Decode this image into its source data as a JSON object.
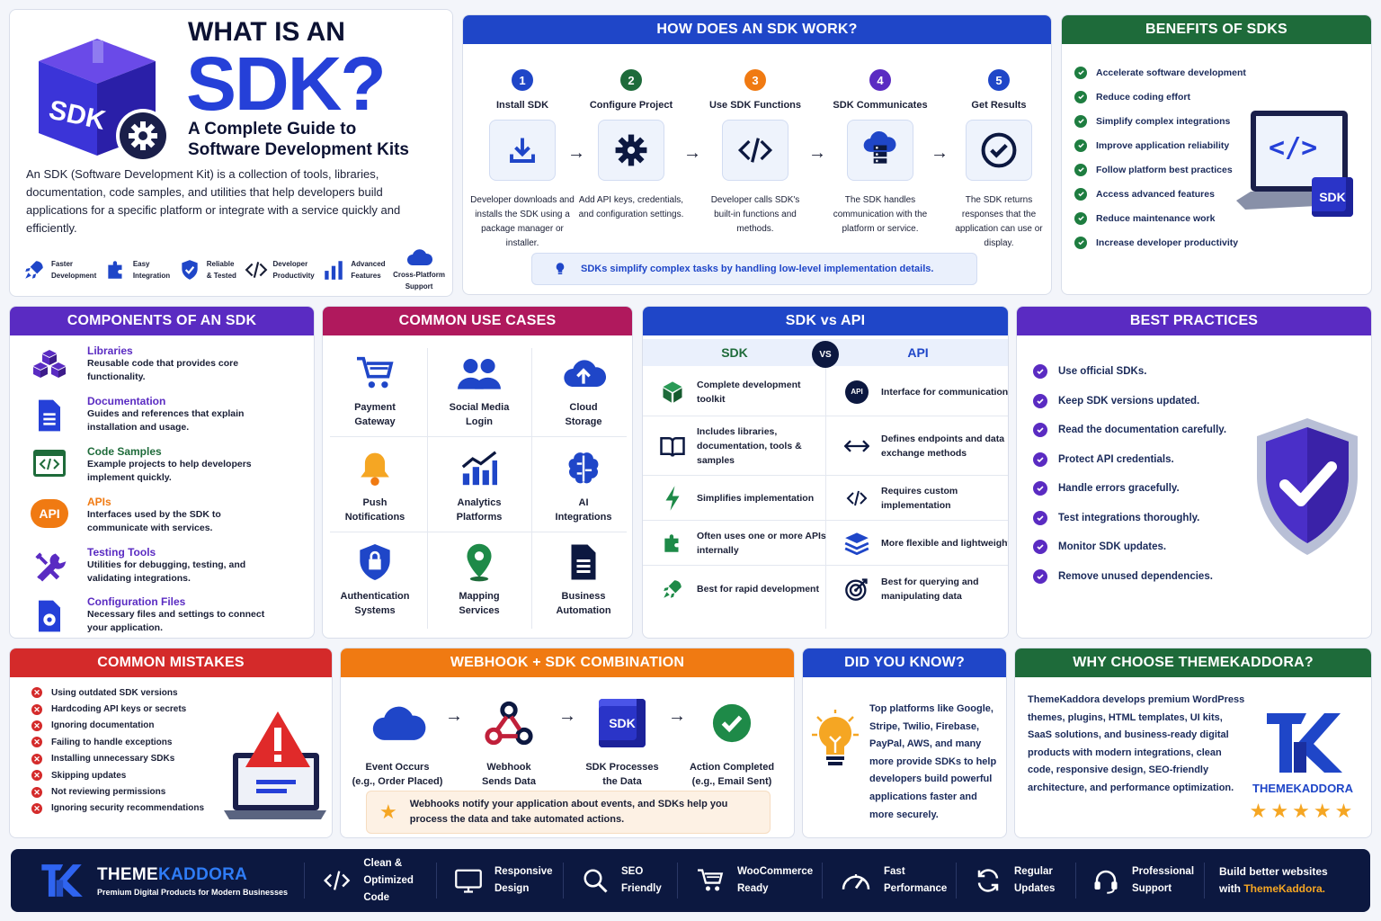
{
  "hero": {
    "title_line1": "WHAT IS AN",
    "title_big": "SDK?",
    "subtitle_line1": "A Complete Guide to",
    "subtitle_line2": "Software Development Kits",
    "cube_label": "SDK",
    "description": "An SDK (Software Development Kit) is a collection of tools, libraries, documentation, code samples, and utilities that help developers build applications for a specific platform or integrate with a service quickly and efficiently.",
    "features": [
      {
        "l1": "Faster",
        "l2": "Development",
        "icon": "rocket-icon"
      },
      {
        "l1": "Easy",
        "l2": "Integration",
        "icon": "puzzle-icon"
      },
      {
        "l1": "Reliable",
        "l2": "& Tested",
        "icon": "shield-check-icon"
      },
      {
        "l1": "Developer",
        "l2": "Productivity",
        "icon": "code-icon"
      },
      {
        "l1": "Advanced",
        "l2": "Features",
        "icon": "bar-chart-icon"
      },
      {
        "l1": "Cross-Platform",
        "l2": "Support",
        "icon": "cloud-icon"
      }
    ]
  },
  "how": {
    "title": "HOW DOES AN SDK WORK?",
    "steps": [
      {
        "num": "1",
        "title": "Install SDK",
        "desc": "Developer downloads and installs the SDK using a package manager or installer.",
        "color": "#1f46c8",
        "icon": "download-icon"
      },
      {
        "num": "2",
        "title": "Configure Project",
        "desc": "Add API keys, credentials, and configuration settings.",
        "color": "#1e6b3a",
        "icon": "gear-icon"
      },
      {
        "num": "3",
        "title": "Use SDK Functions",
        "desc": "Developer calls SDK's built-in functions and methods.",
        "color": "#f07a12",
        "icon": "code-icon"
      },
      {
        "num": "4",
        "title": "SDK Communicates",
        "desc": "The SDK handles communication with the platform or service.",
        "color": "#5a2bc2",
        "icon": "cloud-server-icon"
      },
      {
        "num": "5",
        "title": "Get Results",
        "desc": "The SDK returns responses that the application can use or display.",
        "color": "#1f46c8",
        "icon": "check-circle-icon"
      }
    ],
    "tip": "SDKs simplify complex tasks by handling low-level implementation details."
  },
  "benefits": {
    "title": "BENEFITS OF SDKS",
    "items": [
      "Accelerate software development",
      "Reduce coding effort",
      "Simplify complex integrations",
      "Improve application reliability",
      "Follow platform best practices",
      "Access advanced features",
      "Reduce maintenance work",
      "Increase developer productivity"
    ],
    "laptop_code": "</>",
    "cube_label": "SDK"
  },
  "components": {
    "title": "COMPONENTS OF AN SDK",
    "items": [
      {
        "title": "Libraries",
        "desc": "Reusable code that provides core functionality.",
        "color": "#5a2bc2",
        "icon": "cubes-icon"
      },
      {
        "title": "Documentation",
        "desc": "Guides and references that explain installation and usage.",
        "color": "#5a2bc2",
        "icon": "document-icon"
      },
      {
        "title": "Code Samples",
        "desc": "Example projects to help developers implement quickly.",
        "color": "#1e6b3a",
        "icon": "code-window-icon"
      },
      {
        "title": "APIs",
        "desc": "Interfaces used by the SDK to communicate with services.",
        "color": "#f07a12",
        "icon": "api-icon"
      },
      {
        "title": "Testing Tools",
        "desc": "Utilities for debugging, testing, and validating integrations.",
        "color": "#5a2bc2",
        "icon": "tools-icon"
      },
      {
        "title": "Configuration Files",
        "desc": "Necessary files and settings to connect your application.",
        "color": "#5a2bc2",
        "icon": "config-file-icon"
      }
    ],
    "api_badge": "API"
  },
  "usecases": {
    "title": "COMMON USE CASES",
    "items": [
      {
        "l1": "Payment",
        "l2": "Gateway",
        "icon": "cart-icon"
      },
      {
        "l1": "Social Media",
        "l2": "Login",
        "icon": "users-icon"
      },
      {
        "l1": "Cloud",
        "l2": "Storage",
        "icon": "cloud-upload-icon"
      },
      {
        "l1": "Push",
        "l2": "Notifications",
        "icon": "bell-icon"
      },
      {
        "l1": "Analytics",
        "l2": "Platforms",
        "icon": "analytics-icon"
      },
      {
        "l1": "AI",
        "l2": "Integrations",
        "icon": "brain-icon"
      },
      {
        "l1": "Authentication",
        "l2": "Systems",
        "icon": "lock-shield-icon"
      },
      {
        "l1": "Mapping",
        "l2": "Services",
        "icon": "map-pin-icon"
      },
      {
        "l1": "Business",
        "l2": "Automation",
        "icon": "file-list-icon"
      }
    ]
  },
  "vs": {
    "title": "SDK vs API",
    "sdk_label": "SDK",
    "api_label": "API",
    "vs_label": "VS",
    "rows": [
      {
        "sdk": "Complete development toolkit",
        "api": "Interface for communication",
        "sdk_icon": "box-icon",
        "api_icon": "api-gear-icon"
      },
      {
        "sdk": "Includes libraries, documentation, tools & samples",
        "api": "Defines endpoints and data exchange methods",
        "sdk_icon": "book-icon",
        "api_icon": "exchange-icon"
      },
      {
        "sdk": "Simplifies implementation",
        "api": "Requires custom implementation",
        "sdk_icon": "bolt-icon",
        "api_icon": "code-icon"
      },
      {
        "sdk": "Often uses one or more APIs internally",
        "api": "More flexible and lightweight",
        "sdk_icon": "puzzle-icon",
        "api_icon": "layers-icon"
      },
      {
        "sdk": "Best for rapid development",
        "api": "Best for querying and manipulating data",
        "sdk_icon": "rocket-icon",
        "api_icon": "target-icon"
      }
    ],
    "api_gear_text": "API"
  },
  "best": {
    "title": "BEST PRACTICES",
    "items": [
      "Use official SDKs.",
      "Keep SDK versions updated.",
      "Read the documentation carefully.",
      "Protect API credentials.",
      "Handle errors gracefully.",
      "Test integrations thoroughly.",
      "Monitor SDK updates.",
      "Remove unused dependencies."
    ]
  },
  "mistakes": {
    "title": "COMMON MISTAKES",
    "items": [
      "Using outdated SDK versions",
      "Hardcoding API keys or secrets",
      "Ignoring documentation",
      "Failing to handle exceptions",
      "Installing unnecessary SDKs",
      "Skipping updates",
      "Not reviewing permissions",
      "Ignoring security recommendations"
    ]
  },
  "webhook": {
    "title": "WEBHOOK + SDK COMBINATION",
    "steps": [
      {
        "l1": "Event Occurs",
        "l2": "(e.g., Order Placed)",
        "icon": "cloud-icon"
      },
      {
        "l1": "Webhook",
        "l2": "Sends Data",
        "icon": "webhook-icon"
      },
      {
        "l1": "SDK Processes",
        "l2": "the Data",
        "icon": "sdk-cube-icon"
      },
      {
        "l1": "Action Completed",
        "l2": "(e.g., Email Sent)",
        "icon": "check-circle-icon"
      }
    ],
    "cube_label": "SDK",
    "note": "Webhooks notify your application about events, and SDKs help you process the data and take automated actions."
  },
  "know": {
    "title": "DID YOU KNOW?",
    "text": "Top platforms like Google, Stripe, Twilio, Firebase, PayPal, AWS, and many more provide SDKs to help developers build powerful applications faster and more securely."
  },
  "why": {
    "title": "WHY CHOOSE THEMEKADDORA?",
    "text": "ThemeKaddora develops premium WordPress themes, plugins, HTML templates, UI kits, SaaS solutions, and business-ready digital products with modern integrations, clean code, responsive design, SEO-friendly architecture, and performance optimization.",
    "brand": "THEMEKADDORA",
    "stars": 5
  },
  "footer": {
    "brand_a": "THEME",
    "brand_b": "KADDORA",
    "tagline": "Premium Digital Products for Modern Businesses",
    "items": [
      {
        "l1": "Clean &",
        "l2": "Optimized Code",
        "icon": "code-icon"
      },
      {
        "l1": "Responsive",
        "l2": "Design",
        "icon": "monitor-icon"
      },
      {
        "l1": "SEO",
        "l2": "Friendly",
        "icon": "search-icon"
      },
      {
        "l1": "WooCommerce",
        "l2": "Ready",
        "icon": "cart-icon"
      },
      {
        "l1": "Fast",
        "l2": "Performance",
        "icon": "speedometer-icon"
      },
      {
        "l1": "Regular",
        "l2": "Updates",
        "icon": "refresh-icon"
      },
      {
        "l1": "Professional",
        "l2": "Support",
        "icon": "headset-icon"
      }
    ],
    "cta_l1": "Build better websites",
    "cta_l2a": "with ",
    "cta_l2b": "ThemeKaddora."
  },
  "colors": {
    "blue": "#1f46c8",
    "green": "#1e6b3a",
    "purple": "#5a2bc2",
    "pink": "#b0195d",
    "red": "#d42a2a",
    "orange": "#f07a12",
    "navy": "#0c1840",
    "gold": "#f5a623"
  }
}
